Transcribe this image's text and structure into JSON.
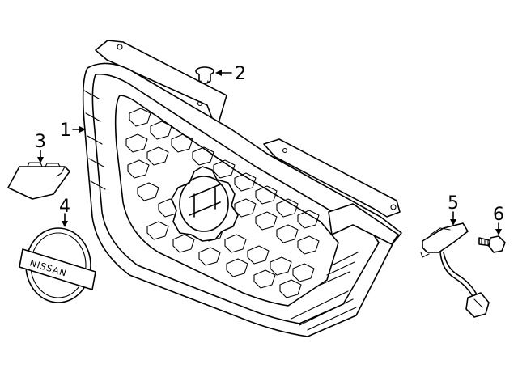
{
  "callouts": [
    {
      "id": "1",
      "label": "1"
    },
    {
      "id": "2",
      "label": "2"
    },
    {
      "id": "3",
      "label": "3"
    },
    {
      "id": "4",
      "label": "4"
    },
    {
      "id": "5",
      "label": "5"
    },
    {
      "id": "6",
      "label": "6"
    }
  ],
  "emblem_text": "NISSAN"
}
